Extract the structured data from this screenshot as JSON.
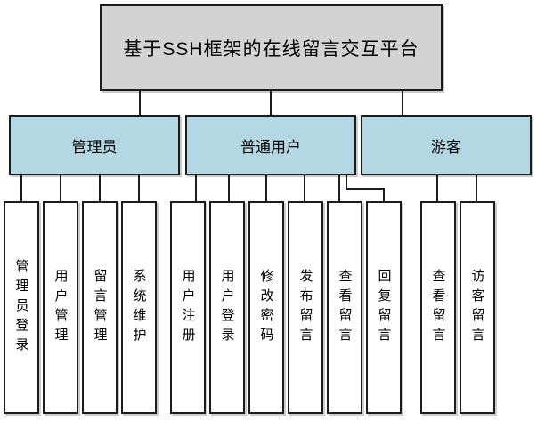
{
  "diagram": {
    "title": "基于SSH框架的在线留言交互平台",
    "branches": [
      {
        "label": "管理员",
        "children": [
          "管理员登录",
          "用户管理",
          "留言管理",
          "系统维护"
        ]
      },
      {
        "label": "普通用户",
        "children": [
          "用户注册",
          "用户登录",
          "修改密码",
          "发布留言",
          "查看留言",
          "回复留言"
        ]
      },
      {
        "label": "游客",
        "children": [
          "查看留言",
          "访客留言"
        ]
      }
    ],
    "colors": {
      "root_fill": "#d3d3d3",
      "branch_fill": "#b3d8e3",
      "leaf_fill": "#ffffff",
      "line": "#1c1c1c"
    }
  }
}
